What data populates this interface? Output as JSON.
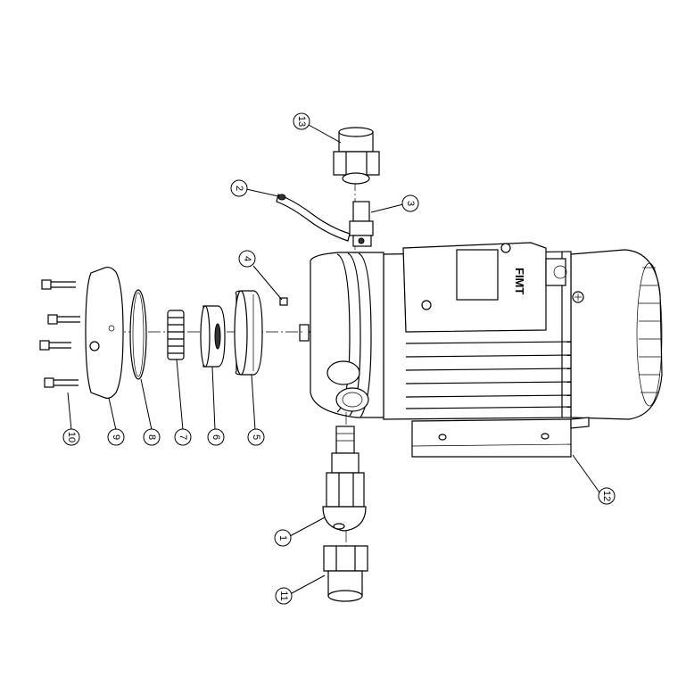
{
  "diagram": {
    "brand_label": "FIMT",
    "callouts": [
      {
        "id": "c1",
        "label": "1"
      },
      {
        "id": "c2",
        "label": "2"
      },
      {
        "id": "c3",
        "label": "3"
      },
      {
        "id": "c4",
        "label": "4"
      },
      {
        "id": "c5",
        "label": "5"
      },
      {
        "id": "c6",
        "label": "6"
      },
      {
        "id": "c7",
        "label": "7"
      },
      {
        "id": "c8",
        "label": "8"
      },
      {
        "id": "c9",
        "label": "9"
      },
      {
        "id": "c10",
        "label": "10"
      },
      {
        "id": "c11",
        "label": "11"
      },
      {
        "id": "c12",
        "label": "12"
      },
      {
        "id": "c13",
        "label": "13"
      }
    ]
  },
  "colors": {
    "line": "#000000",
    "background": "#ffffff",
    "shade": "#d8d8d8"
  }
}
